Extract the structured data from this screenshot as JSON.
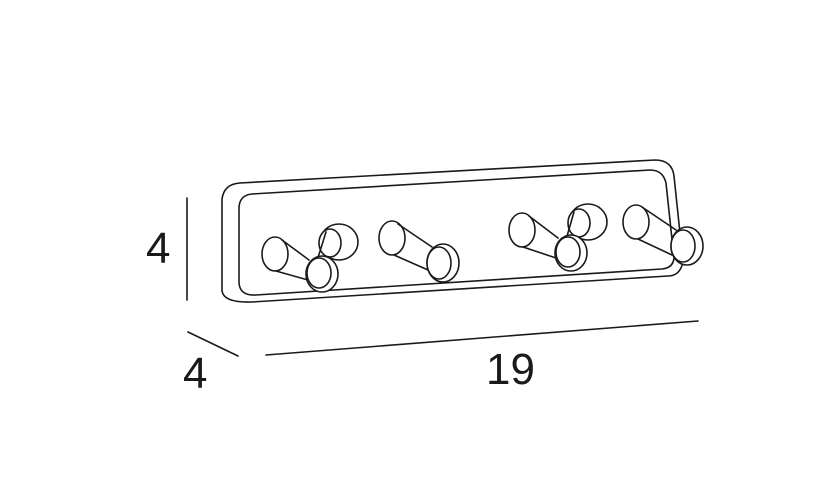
{
  "dimensions": {
    "height": "4",
    "depth": "4",
    "width": "19"
  },
  "colors": {
    "line": "#1a1a1a",
    "background": "#ffffff"
  }
}
